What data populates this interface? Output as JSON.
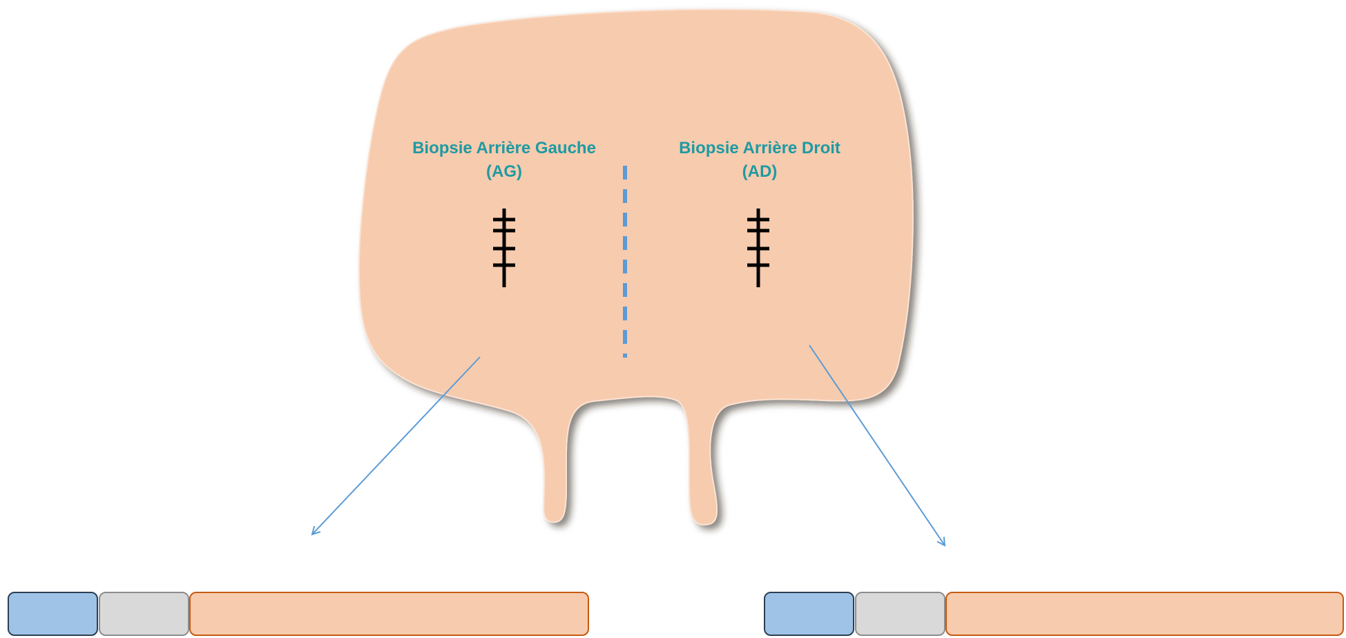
{
  "colors": {
    "tissue_fill": "#f7cbae",
    "label_text": "#1e9aa3",
    "divider": "#5b9bd5",
    "arrow": "#5b9bd5",
    "block_blue": "#9fc3e7",
    "block_grey": "#d9d9d9",
    "block_peach": "#f7cbae"
  },
  "biopsies": [
    {
      "id": "AG",
      "line1": "Biopsie Arrière Gauche",
      "line2": "(AG)"
    },
    {
      "id": "AD",
      "line1": "Biopsie Arrière Droit",
      "line2": "(AD)"
    }
  ],
  "icons": {
    "suture": "suture-marker-icon",
    "arrow": "arrow-icon"
  }
}
